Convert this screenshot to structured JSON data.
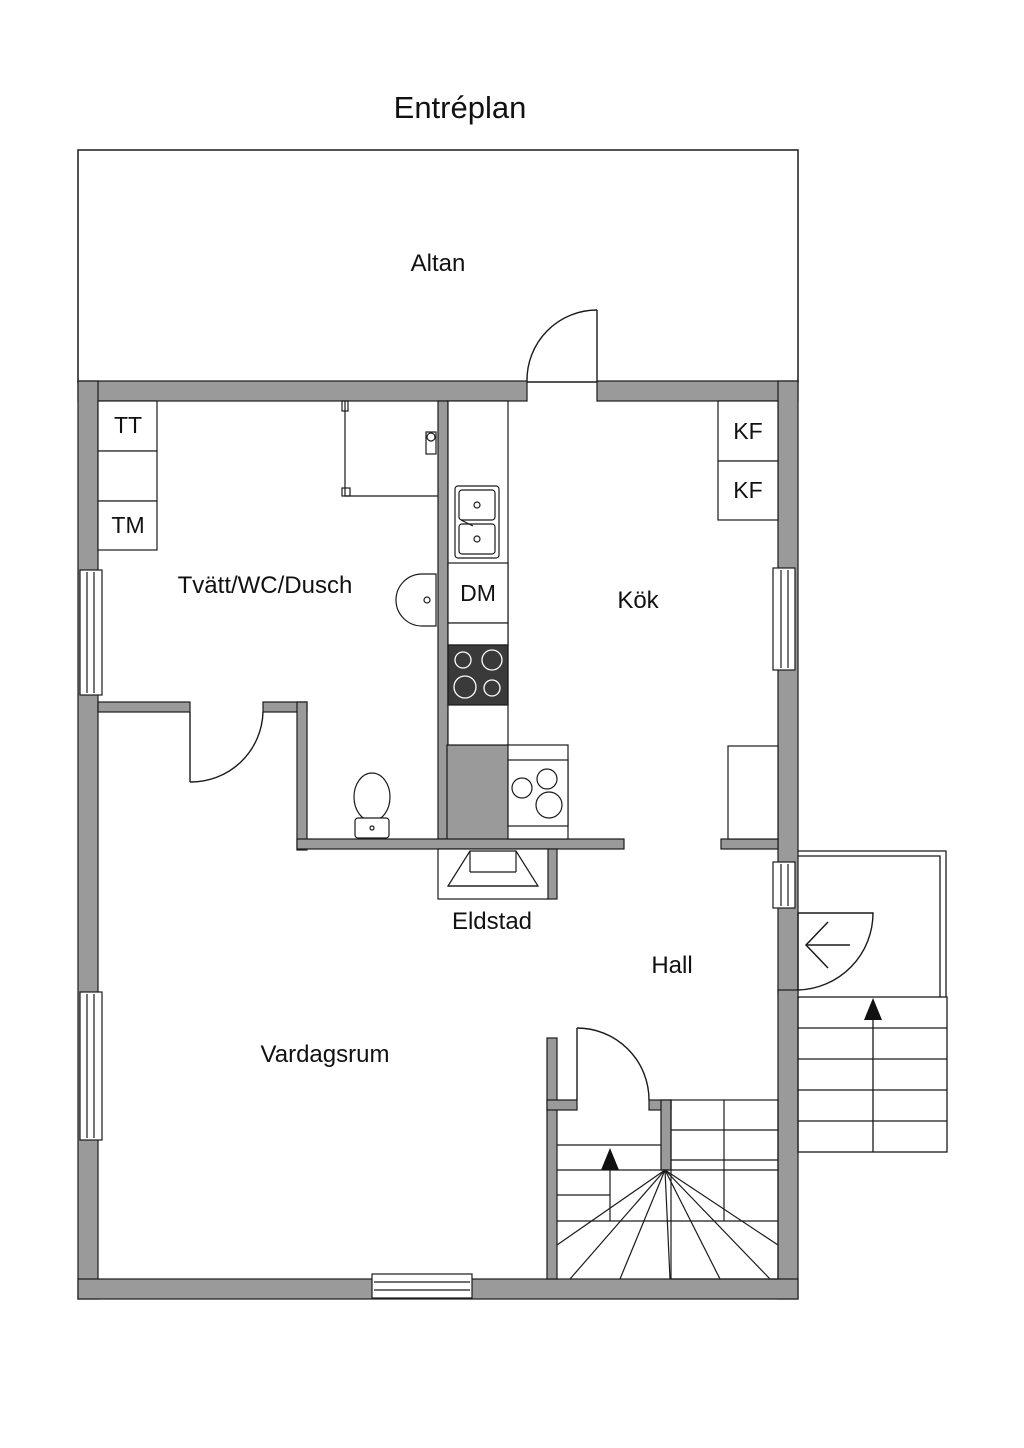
{
  "title": "Entréplan",
  "rooms": {
    "altan": "Altan",
    "tvatt": "Tvätt/WC/Dusch",
    "kok": "Kök",
    "eldstad": "Eldstad",
    "hall": "Hall",
    "vardagsrum": "Vardagsrum"
  },
  "fixtures": {
    "tt": "TT",
    "tm": "TM",
    "kf1": "KF",
    "kf2": "KF",
    "dm": "DM"
  },
  "colors": {
    "wall": "#9a9a9a",
    "line": "#1a1a1a",
    "stove": "#3a3a3a",
    "background": "#ffffff"
  },
  "icons": [
    "entry-arrow-icon",
    "stair-up-arrow-icon",
    "sink-icon",
    "toilet-icon",
    "washbasin-icon",
    "hob-icon",
    "shower-icon"
  ]
}
